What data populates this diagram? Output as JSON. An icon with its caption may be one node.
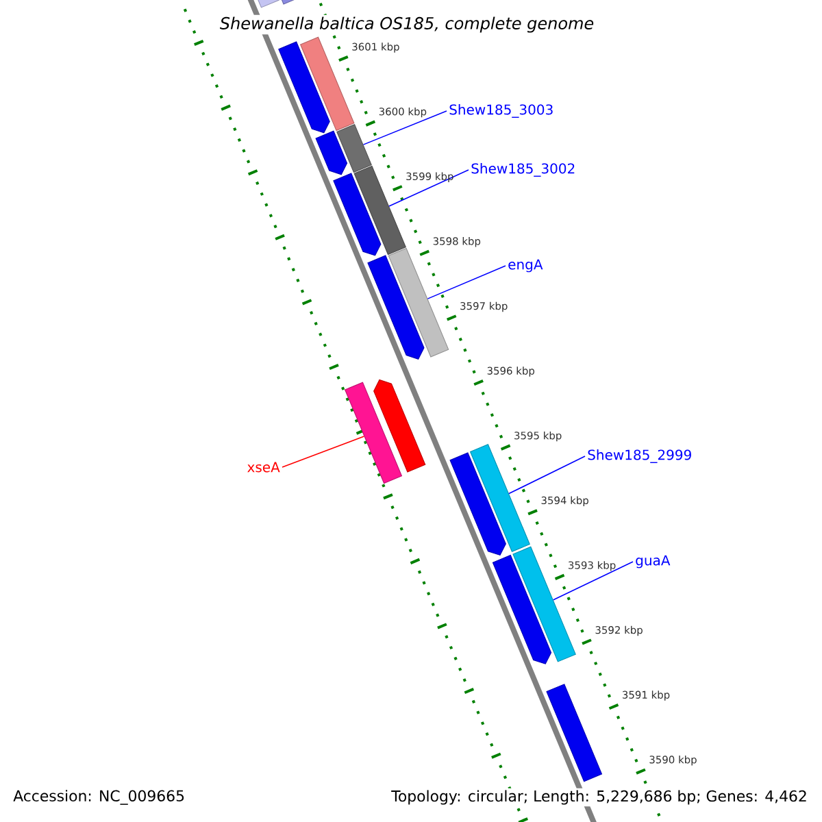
{
  "diagram": {
    "title": "Shewanella baltica OS185, complete genome",
    "nodes": [
      {
        "text": [
          "Shew185_3003"
        ]
      },
      {
        "text": [
          "Shew185_3002"
        ]
      },
      {
        "text": [
          "engA"
        ]
      },
      {
        "text": [
          "xseA"
        ]
      },
      {
        "text": [
          "Shew185_2999"
        ]
      },
      {
        "text": [
          "guaA"
        ]
      },
      {
        "text": [],
        "shape": "bar"
      },
      {
        "text": [],
        "shape": "bar"
      },
      {
        "text": [],
        "shape": "bar"
      },
      {
        "text": [],
        "shape": "bar"
      },
      {
        "text": [],
        "shape": "bar"
      },
      {
        "text": [],
        "shape": "bar"
      },
      {
        "text": [],
        "shape": "bar"
      },
      {
        "text": [],
        "shape": "bar"
      },
      {
        "text": [],
        "shape": "bar"
      },
      {
        "text": [],
        "shape": "bar"
      },
      {
        "text": [],
        "shape": "bar"
      },
      {
        "text": [],
        "shape": "bar"
      },
      {
        "text": [],
        "shape": "bar"
      },
      {
        "text": [],
        "shape": "bar"
      },
      {
        "text": [],
        "shape": "bar"
      },
      {
        "text": [],
        "shape": "bar"
      },
      {
        "text": [],
        "shape": "bar"
      }
    ],
    "edges": [
      {
        "from": 0,
        "to": 11,
        "arrow": "none"
      },
      {
        "from": 1,
        "to": 13,
        "arrow": "none"
      },
      {
        "from": 2,
        "to": 15,
        "arrow": "none"
      },
      {
        "from": 3,
        "to": 16,
        "arrow": "none",
        "color": "#ff0000"
      },
      {
        "from": 4,
        "to": 19,
        "arrow": "none"
      },
      {
        "from": 5,
        "to": 21,
        "arrow": "none"
      }
    ],
    "labels": [
      "3601 kbp",
      "3600 kbp",
      "3599 kbp",
      "3598 kbp",
      "3597 kbp",
      "3596 kbp",
      "3595 kbp",
      "3594 kbp",
      "3593 kbp",
      "3592 kbp",
      "3591 kbp",
      "3590 kbp",
      "Accession: NC_009665",
      "Topology: circular; Length: 5,229,686 bp; Genes: 4,462"
    ]
  }
}
